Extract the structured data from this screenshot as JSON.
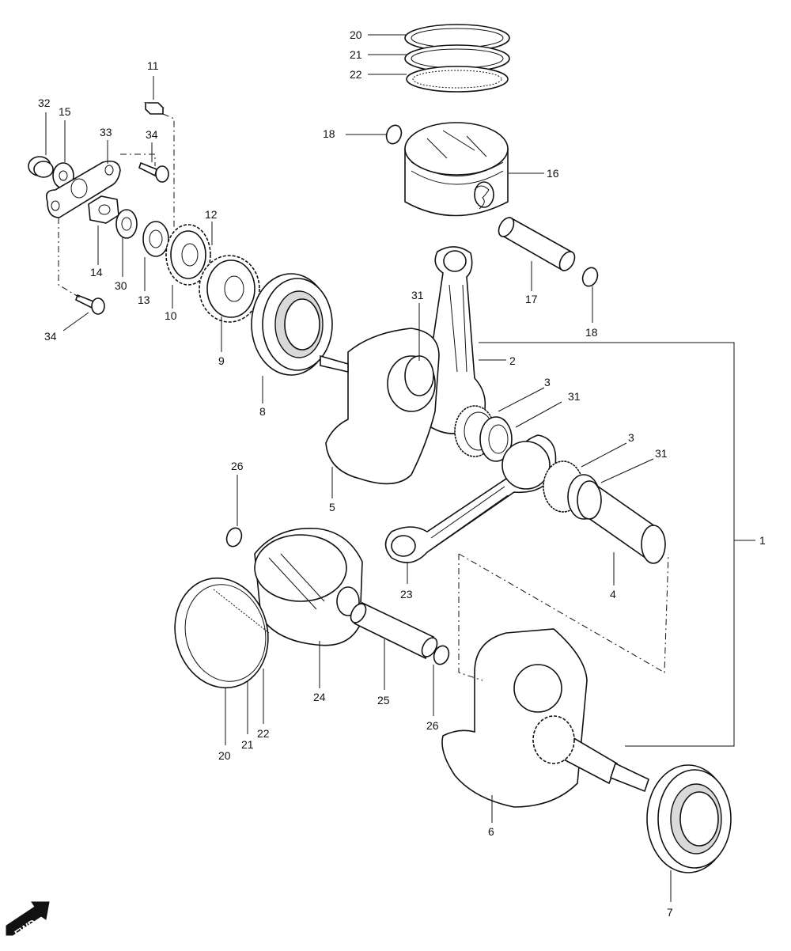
{
  "callouts": {
    "c1": "1",
    "c2": "2",
    "c3a": "3",
    "c3b": "3",
    "c4": "4",
    "c5": "5",
    "c6": "6",
    "c7": "7",
    "c8": "8",
    "c9": "9",
    "c10": "10",
    "c11": "11",
    "c12": "12",
    "c13": "13",
    "c14": "14",
    "c15": "15",
    "c16": "16",
    "c17": "17",
    "c18a": "18",
    "c18b": "18",
    "c20a": "20",
    "c20b": "20",
    "c21a": "21",
    "c21b": "21",
    "c22a": "22",
    "c22b": "22",
    "c23": "23",
    "c24": "24",
    "c25": "25",
    "c26a": "26",
    "c26b": "26",
    "c30": "30",
    "c31a": "31",
    "c31b": "31",
    "c31c": "31",
    "c32": "32",
    "c33": "33",
    "c34a": "34",
    "c34b": "34"
  },
  "fwd_badge": "FWD",
  "icons": {
    "fwd": "forward-arrow-icon"
  }
}
